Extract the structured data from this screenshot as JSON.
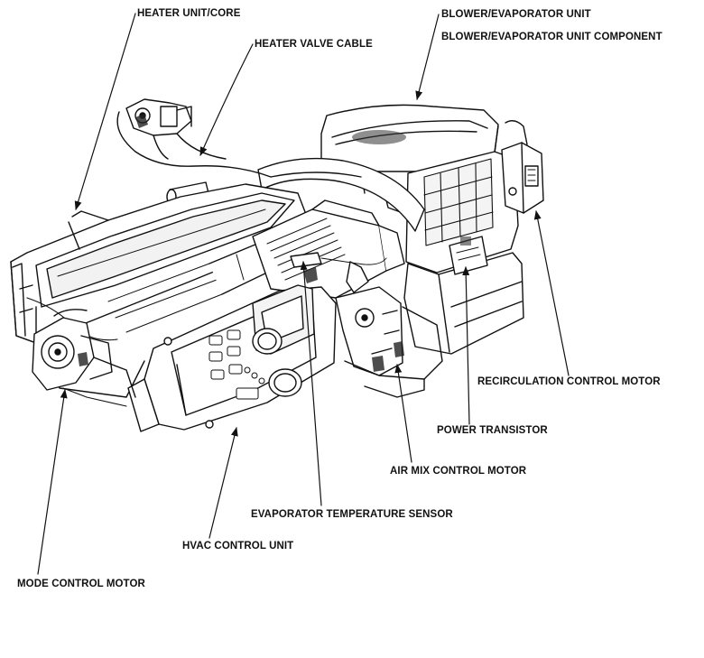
{
  "labels": {
    "heater_core": "HEATER UNIT/CORE",
    "heater_valve_cable": "HEATER VALVE CABLE",
    "blower_evaporator_unit": "BLOWER/EVAPORATOR UNIT",
    "blower_evaporator_component": "BLOWER/EVAPORATOR UNIT COMPONENT",
    "recirculation_control_motor": "RECIRCULATION CONTROL MOTOR",
    "power_transistor": "POWER TRANSISTOR",
    "air_mix_control_motor": "AIR MIX CONTROL MOTOR",
    "evaporator_temperature_sensor": "EVAPORATOR TEMPERATURE SENSOR",
    "hvac_control_unit": "HVAC CONTROL UNIT",
    "mode_control_motor": "MODE CONTROL MOTOR"
  },
  "colors": {
    "ink": "#111111",
    "background": "#ffffff",
    "shade": "#d8d8d8"
  }
}
